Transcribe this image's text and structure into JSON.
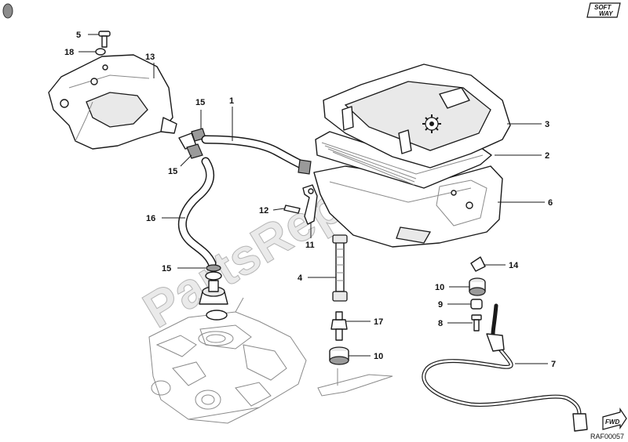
{
  "watermark": "PartsRepublik",
  "drawing_code": "RAF00057",
  "direction_badge": "FWD",
  "logo": {
    "line1": "SOFT",
    "line2": "WAY"
  },
  "callouts": {
    "c1": "1",
    "c2": "2",
    "c3": "3",
    "c4": "4",
    "c5": "5",
    "c6": "6",
    "c7": "7",
    "c8": "8",
    "c9": "9",
    "c10a": "10",
    "c10b": "10",
    "c11": "11",
    "c12": "12",
    "c13": "13",
    "c14": "14",
    "c15a": "15",
    "c15b": "15",
    "c15c": "15",
    "c16": "16",
    "c17": "17",
    "c18": "18"
  }
}
